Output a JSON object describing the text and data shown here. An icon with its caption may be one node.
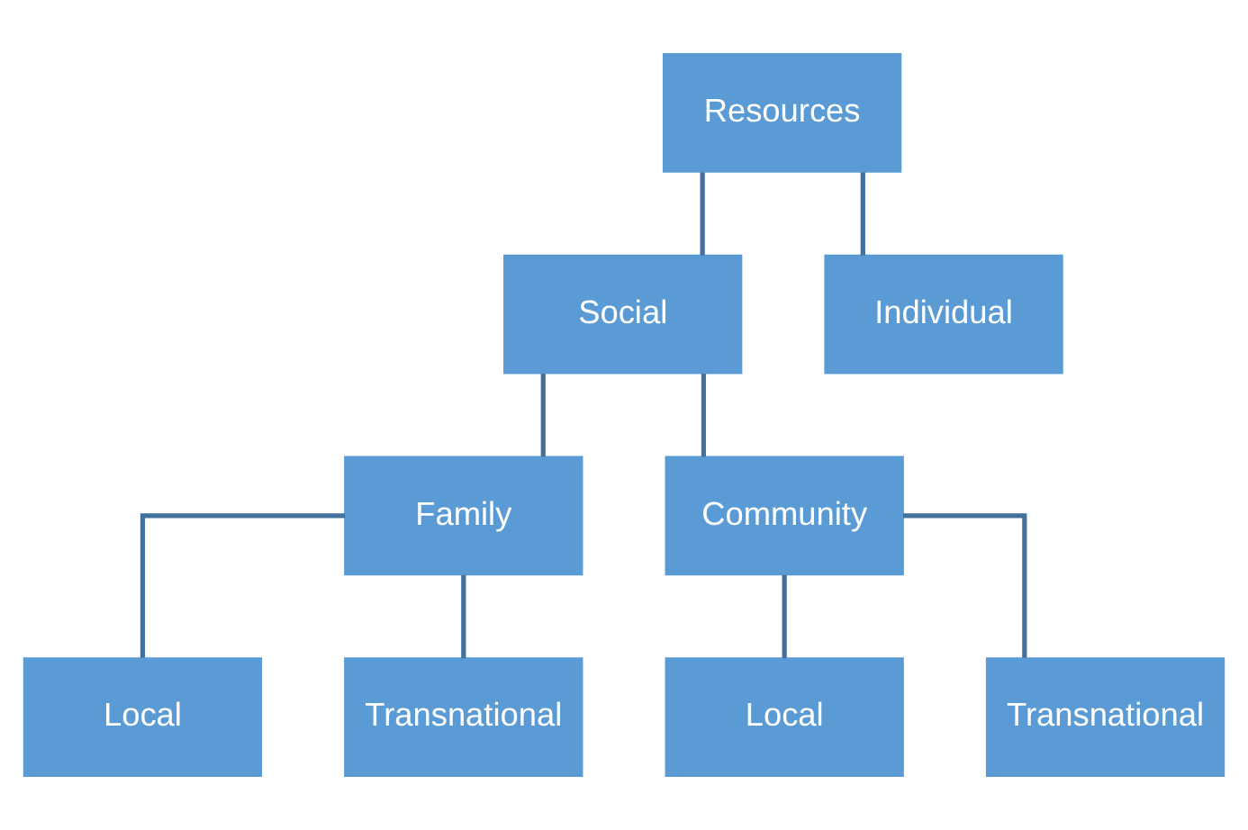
{
  "diagram": {
    "nodes": [
      {
        "text": [
          "Resources"
        ]
      },
      {
        "text": [
          "Social"
        ]
      },
      {
        "text": [
          "Individual"
        ]
      },
      {
        "text": [
          "Family"
        ]
      },
      {
        "text": [
          "Community"
        ]
      },
      {
        "text": [
          "Local"
        ]
      },
      {
        "text": [
          "Transnational"
        ]
      },
      {
        "text": [
          "Local"
        ]
      },
      {
        "text": [
          "Transnational"
        ]
      }
    ],
    "edges": [
      {
        "from": 0,
        "to": 1,
        "arrow": "none"
      },
      {
        "from": 0,
        "to": 2,
        "arrow": "none"
      },
      {
        "from": 1,
        "to": 3,
        "arrow": "none"
      },
      {
        "from": 1,
        "to": 4,
        "arrow": "none"
      },
      {
        "from": 3,
        "to": 5,
        "arrow": "none"
      },
      {
        "from": 3,
        "to": 6,
        "arrow": "none"
      },
      {
        "from": 4,
        "to": 7,
        "arrow": "none"
      },
      {
        "from": 4,
        "to": 8,
        "arrow": "none"
      }
    ]
  }
}
